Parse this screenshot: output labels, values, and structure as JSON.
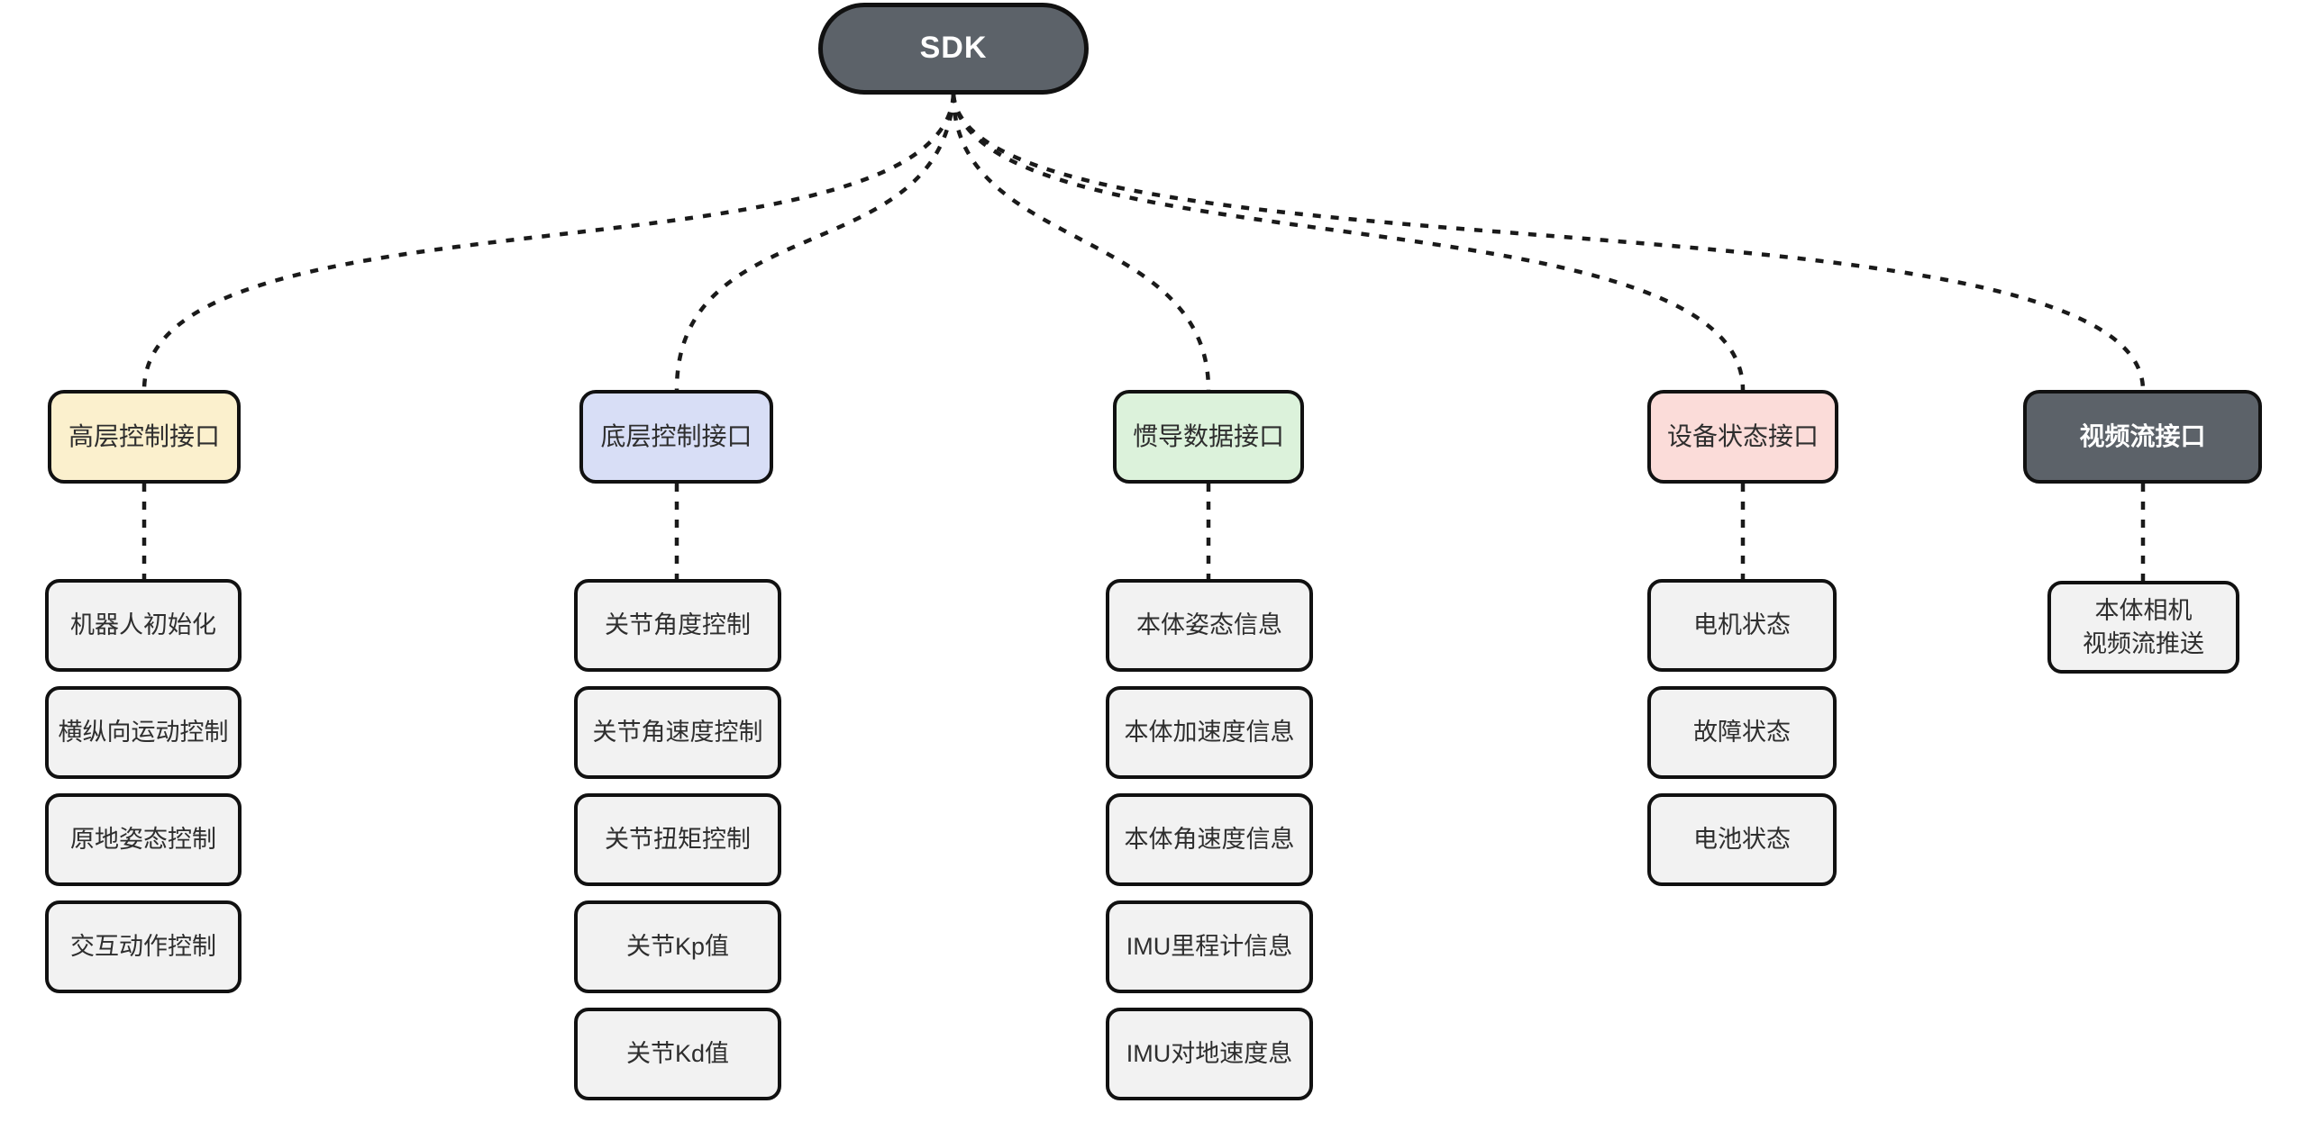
{
  "diagram": {
    "title": "SDK interface mind map",
    "edge_color": "#1a1a1a",
    "node_border_color": "#111111",
    "child_fill": "#f2f2f2",
    "root": {
      "label": "SDK",
      "fill": "#5c6269",
      "text_color": "#ffffff"
    },
    "branches": [
      {
        "label": "高层控制接口",
        "fill": "#fbf0cd",
        "text_color": "#2e2e2e",
        "children": [
          "机器人初始化",
          "横纵向运动控制",
          "原地姿态控制",
          "交互动作控制"
        ]
      },
      {
        "label": "底层控制接口",
        "fill": "#d8def6",
        "text_color": "#2e2e2e",
        "children": [
          "关节角度控制",
          "关节角速度控制",
          "关节扭矩控制",
          "关节Kp值",
          "关节Kd值"
        ]
      },
      {
        "label": "惯导数据接口",
        "fill": "#dcf2db",
        "text_color": "#2e2e2e",
        "children": [
          "本体姿态信息",
          "本体加速度信息",
          "本体角速度信息",
          "IMU里程计信息",
          "IMU对地速度息"
        ]
      },
      {
        "label": "设备状态接口",
        "fill": "#fbdcd9",
        "text_color": "#2e2e2e",
        "children": [
          "电机状态",
          "故障状态",
          "电池状态"
        ]
      },
      {
        "label": "视频流接口",
        "fill": "#5c6269",
        "text_color": "#ffffff",
        "children": [
          "本体相机\n视频流推送"
        ]
      }
    ]
  }
}
